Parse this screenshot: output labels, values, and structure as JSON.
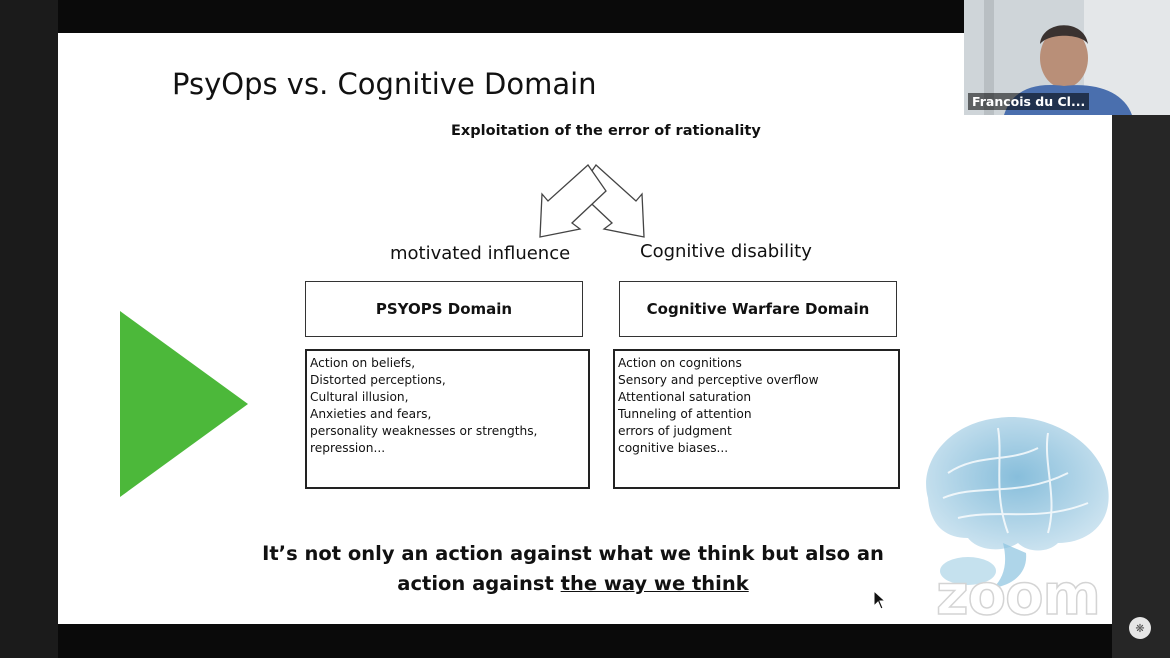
{
  "slide": {
    "title": "PsyOps vs. Cognitive Domain",
    "subtitle": "Exploitation of the error of rationality",
    "left_label": "motivated influence",
    "right_label": "Cognitive disability",
    "psyops_domain": "PSYOPS Domain",
    "cognitive_domain": "Cognitive Warfare Domain",
    "psyops_items": [
      "Action on beliefs,",
      "Distorted perceptions,",
      "Cultural illusion,",
      "Anxieties and fears,",
      "personality weaknesses or strengths,",
      "repression..."
    ],
    "cognitive_items": [
      "Action on cognitions",
      "Sensory and perceptive overflow",
      "Attentional saturation",
      "Tunneling of attention",
      "errors of judgment",
      "cognitive biases..."
    ],
    "bottom_line1": "It’s not only an action against what we think but also an",
    "bottom_line2_prefix": "action against ",
    "bottom_line2_underlined": "the way we think",
    "play_color": "#4cb83a"
  },
  "video": {
    "participant_name": "Francois du Cl..."
  },
  "watermark": "zoom",
  "icons": {
    "play": "play-triangle-icon",
    "cursor": "mouse-pointer-icon",
    "corner": "settings-icon"
  }
}
